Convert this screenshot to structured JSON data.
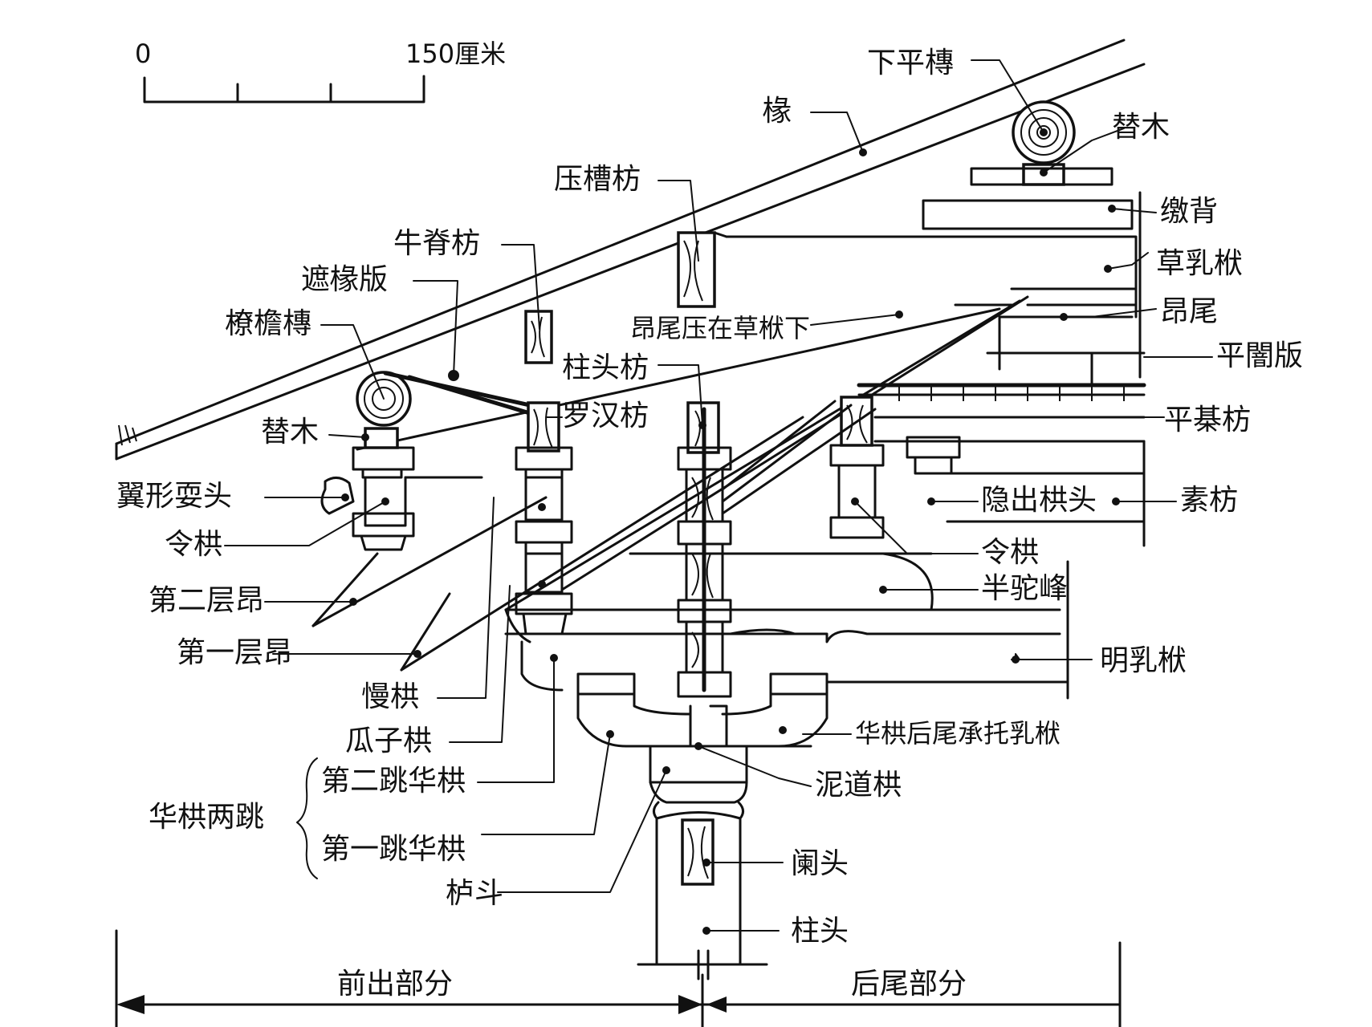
{
  "scale": {
    "zero": "0",
    "max": "150厘米"
  },
  "labels": {
    "xia_ping_tuan": "下平槫",
    "chuan": "椽",
    "ti_mu_top": "替木",
    "ya_cao_fang": "压槽枋",
    "jiao_bei": "缴背",
    "niu_ji_fang": "牛脊枋",
    "cao_ru_fu": "草乳栿",
    "zhe_chuan_ban": "遮椽版",
    "ang_wei_ya": "昂尾压在草栿下",
    "ang_wei": "昂尾",
    "liao_yan_tuan": "橑檐槫",
    "zhu_tou_fang": "柱头枋",
    "ping_an_ban": "平闇版",
    "ti_mu_left": "替木",
    "luo_han_fang": "罗汉枋",
    "ping_qi_fang": "平棊枋",
    "yi_xing_shua_tou": "翼形耍头",
    "yin_chu_gong_tou": "隐出栱头",
    "su_fang": "素枋",
    "ling_gong_left": "令栱",
    "ling_gong_right": "令栱",
    "di_er_ceng_ang": "第二层昂",
    "ban_tuo_feng": "半驼峰",
    "di_yi_ceng_ang": "第一层昂",
    "ming_ru_fu": "明乳栿",
    "man_gong": "慢栱",
    "gua_zi_gong": "瓜子栱",
    "hua_gong_hou_wei": "华栱后尾承托乳栿",
    "hua_gong_liang_tiao": "华栱两跳",
    "di_er_tiao": "第二跳华栱",
    "ni_dao_gong": "泥道栱",
    "di_yi_tiao": "第一跳华栱",
    "lu_dou": "栌斗",
    "lan_e": "阑头",
    "zhu_tou": "柱头",
    "qian_chu": "前出部分",
    "hou_wei": "后尾部分"
  }
}
